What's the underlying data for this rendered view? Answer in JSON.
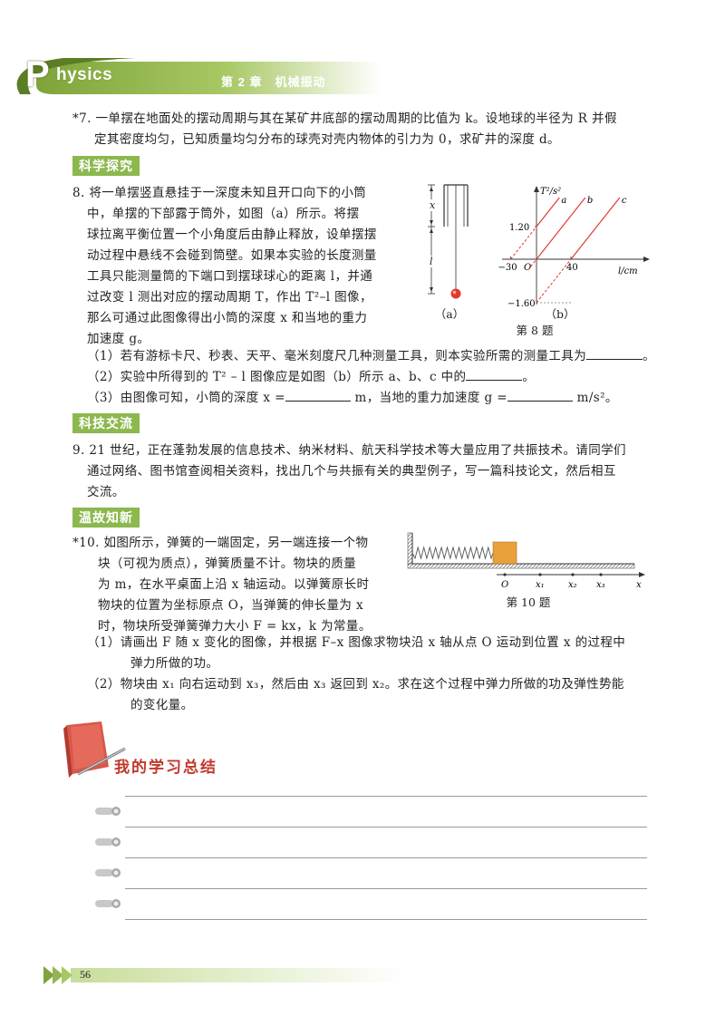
{
  "header": {
    "book_letter": "P",
    "book_title": "hysics",
    "chapter_label": "第 2 章　机械振动"
  },
  "q7": {
    "line1": "*7. 一单摆在地面处的摆动周期与其在某矿井底部的摆动周期的比值为 k。设地球的半径为 R 并假",
    "line2": "定其密度均匀，已知质量均匀分布的球壳对壳内物体的引力为 0，求矿井的深度 d。"
  },
  "section1": "科学探究",
  "q8": {
    "lines": [
      "8. 将一单摆竖直悬挂于一深度未知且开口向下的小筒",
      "中，单摆的下部露于筒外，如图（a）所示。将摆",
      "球拉离平衡位置一个小角度后由静止释放，设单摆摆",
      "动过程中悬线不会碰到筒壁。如果本实验的长度测量",
      "工具只能测量筒的下端口到摆球球心的距离 l，并通",
      "过改变 l 测出对应的摆动周期 T，作出 T²–l 图像，",
      "那么可通过此图像得出小筒的深度 x 和当地的重力",
      "加速度 g。"
    ],
    "sub1": "（1）若有游标卡尺、秒表、天平、毫米刻度尺几种测量工具，则本实验所需的测量工具为",
    "sub2": "（2）实验中所得到的 T² – l 图像应是如图（b）所示 a、b、c 中的",
    "sub3a": "（3）由图像可知，小筒的深度 x =",
    "sub3b": "m，当地的重力加速度 g =",
    "sub3c": "m/s²。",
    "fig_a_caption": "（a）",
    "fig_b_caption": "（b）",
    "figure_caption": "第 8 题",
    "label_x": "x",
    "label_l": "l"
  },
  "chart_data": {
    "type": "line",
    "xlabel": "l/cm",
    "ylabel": "T²/s²",
    "xticks": [
      "−30",
      "40"
    ],
    "yticks": [
      "1.20",
      "−1.60"
    ],
    "origin_label": "O",
    "series": [
      {
        "name": "a",
        "x": [
          -30,
          0,
          40
        ],
        "y": [
          0,
          1.2,
          2.8
        ]
      },
      {
        "name": "b",
        "x": [
          0,
          40
        ],
        "y": [
          0,
          1.6
        ]
      },
      {
        "name": "c",
        "x": [
          40,
          80
        ],
        "y": [
          0,
          1.6
        ]
      }
    ],
    "dashed_extensions": true
  },
  "section2": "科技交流",
  "q9": {
    "line1": "9. 21 世纪，正在蓬勃发展的信息技术、纳米材料、航天科学技术等大量应用了共振技术。请同学们",
    "line2": "通过网络、图书馆查阅相关资料，找出几个与共振有关的典型例子，写一篇科技论文，然后相互",
    "line3": "交流。"
  },
  "section3": "温故知新",
  "q10": {
    "lines": [
      "*10. 如图所示，弹簧的一端固定，另一端连接一个物",
      "块（可视为质点），弹簧质量不计。物块的质量",
      "为 m，在水平桌面上沿 x 轴运动。以弹簧原长时",
      "物块的位置为坐标原点 O，当弹簧的伸长量为 x",
      "时，物块所受弹簧弹力大小 F = kx，k 为常量。"
    ],
    "sub1a": "（1）请画出 F 随 x 变化的图像，并根据 F–x 图像求物块沿 x 轴从点 O 运动到位置 x 的过程中",
    "sub1b": "弹力所做的功。",
    "sub2a": "（2）物块由 x₁ 向右运动到 x₃，然后由 x₃ 返回到 x₂。求在这个过程中弹力所做的功及弹性势能",
    "sub2b": "的变化量。",
    "axis_labels": [
      "O",
      "x₁",
      "x₂",
      "x₃",
      "x"
    ],
    "figure_caption": "第 10 题"
  },
  "summary_title": "我的学习总结",
  "page_number": "56",
  "colors": {
    "accent_green": "#8cb84e",
    "summary_red": "#c0392b",
    "graph_red": "#e03a2e"
  }
}
